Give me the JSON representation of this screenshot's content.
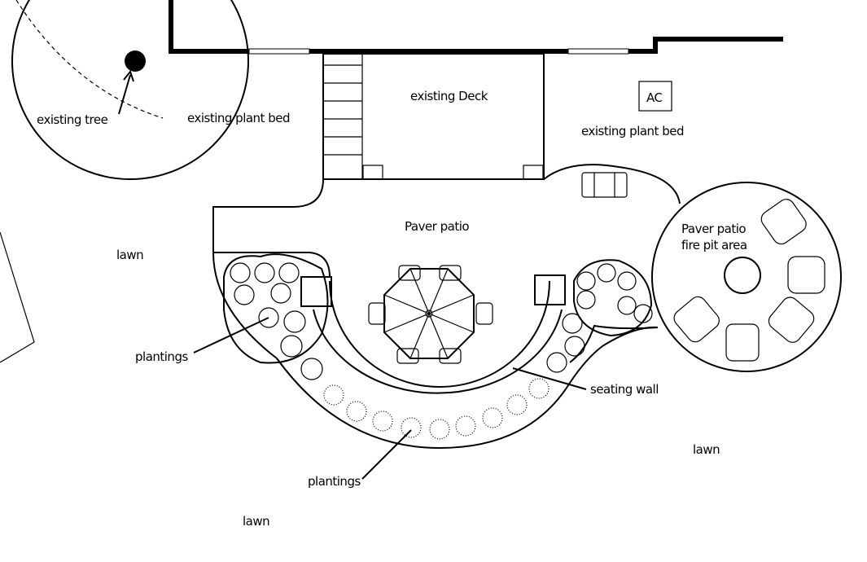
{
  "title": "Landscape plan",
  "labels": {
    "existing_tree": "existing tree",
    "plant_bed_left": "existing plant bed",
    "deck": "existing Deck",
    "ac": "AC",
    "plant_bed_right": "existing plant bed",
    "paver_patio": "Paver patio",
    "lawn_left": "lawn",
    "fire_pit_line1": "Paver patio",
    "fire_pit_line2": "fire pit area",
    "plantings_left": "plantings",
    "seating_wall": "seating wall",
    "lawn_right": "lawn",
    "plantings_bottom": "plantings",
    "lawn_bottom": "lawn"
  }
}
